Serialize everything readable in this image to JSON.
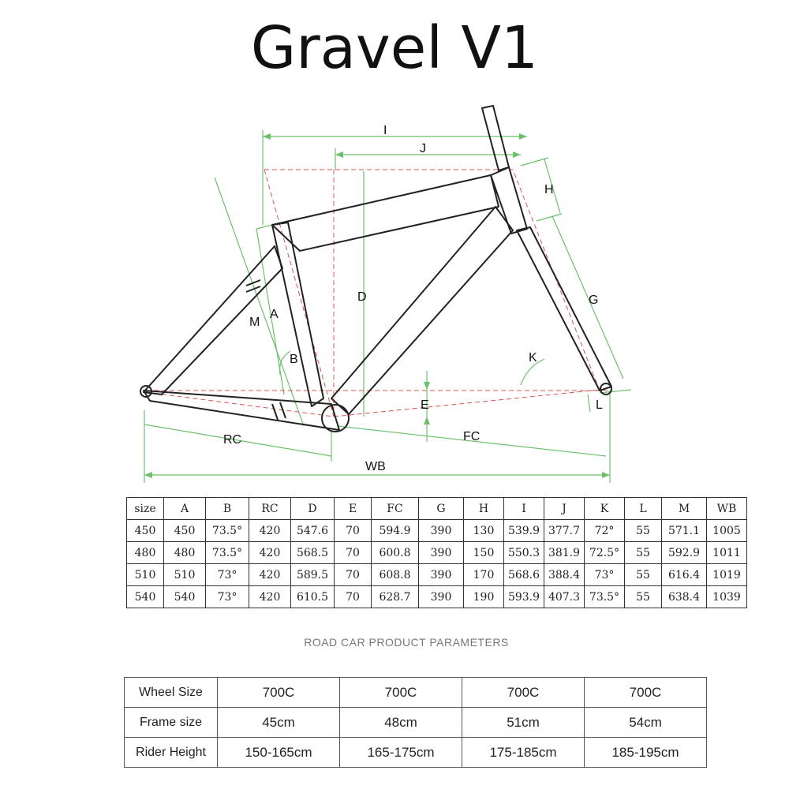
{
  "title": "Gravel V1",
  "diagram": {
    "labels": {
      "I": "I",
      "J": "J",
      "H": "H",
      "G": "G",
      "K": "K",
      "L": "L",
      "D": "D",
      "M": "M",
      "A": "A",
      "B": "B",
      "E": "E",
      "RC": "RC",
      "FC": "FC",
      "WB": "WB"
    }
  },
  "geometry_table": {
    "headers": [
      "size",
      "A",
      "B",
      "RC",
      "D",
      "E",
      "FC",
      "G",
      "H",
      "I",
      "J",
      "K",
      "L",
      "M",
      "WB"
    ],
    "rows": [
      [
        "450",
        "450",
        "73.5°",
        "420",
        "547.6",
        "70",
        "594.9",
        "390",
        "130",
        "539.9",
        "377.7",
        "72°",
        "55",
        "571.1",
        "1005"
      ],
      [
        "480",
        "480",
        "73.5°",
        "420",
        "568.5",
        "70",
        "600.8",
        "390",
        "150",
        "550.3",
        "381.9",
        "72.5°",
        "55",
        "592.9",
        "1011"
      ],
      [
        "510",
        "510",
        "73°",
        "420",
        "589.5",
        "70",
        "608.8",
        "390",
        "170",
        "568.6",
        "388.4",
        "73°",
        "55",
        "616.4",
        "1019"
      ],
      [
        "540",
        "540",
        "73°",
        "420",
        "610.5",
        "70",
        "628.7",
        "390",
        "190",
        "593.9",
        "407.3",
        "73.5°",
        "55",
        "638.4",
        "1039"
      ]
    ]
  },
  "subtitle": "ROAD CAR PRODUCT PARAMETERS",
  "size_table": {
    "rows": [
      {
        "label": "Wheel Size",
        "values": [
          "700C",
          "700C",
          "700C",
          "700C"
        ]
      },
      {
        "label": "Frame size",
        "values": [
          "45cm",
          "48cm",
          "51cm",
          "54cm"
        ]
      },
      {
        "label": "Rider Height",
        "values": [
          "150-165cm",
          "165-175cm",
          "175-185cm",
          "185-195cm"
        ]
      }
    ]
  },
  "colors": {
    "dimension_green": "#6cc06c",
    "centerline_red": "#d9534f",
    "frame_outline": "#222222"
  }
}
